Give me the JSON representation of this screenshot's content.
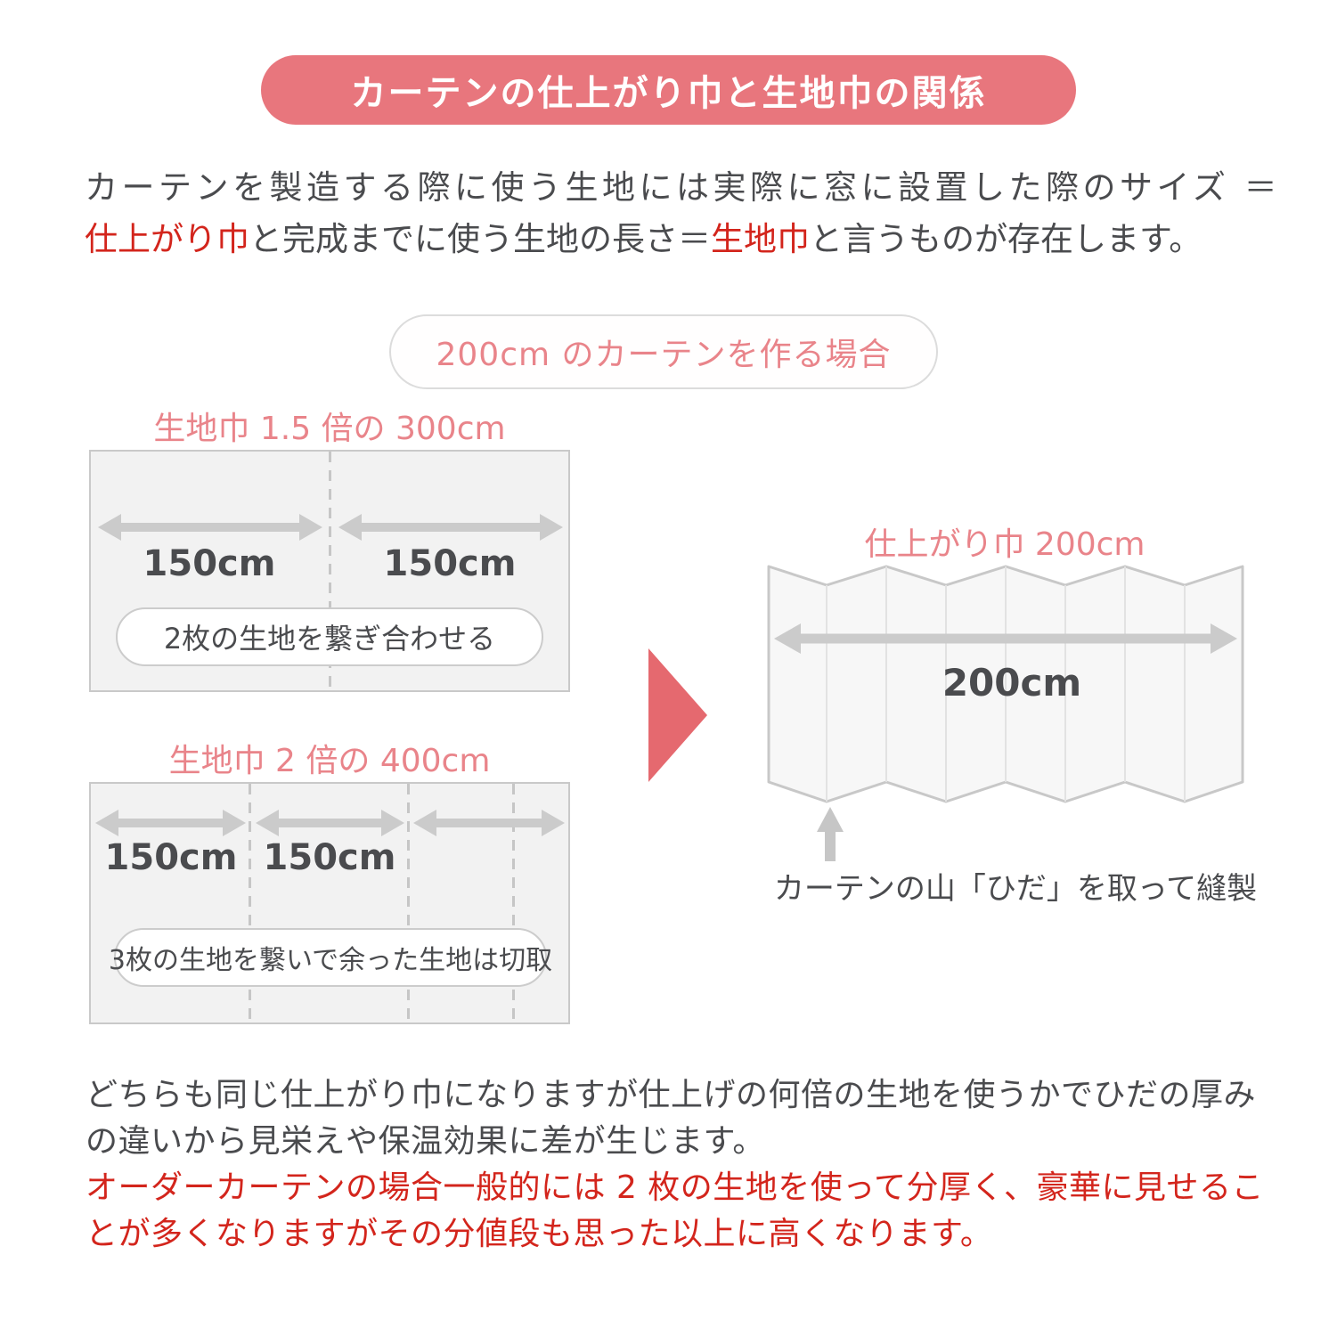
{
  "colors": {
    "banner_bg": "#E8767D",
    "accent_salmon_text": "#E9848A",
    "triangle_accent": "#E5696F",
    "highlight_red": "#D3251C",
    "body_text": "#4A4B4E",
    "diagram_gray": "#CBCBCB",
    "box_fill": "#F2F2F2"
  },
  "banner": {
    "title": "カーテンの仕上がり巾と生地巾の関係"
  },
  "intro": {
    "line1": "カーテンを製造する際に使う生地には実際に窓に設置した際のサイズ ＝",
    "line2_red1": "仕上がり巾",
    "line2_text1": "と完成までに使う生地の長さ＝",
    "line2_red2": "生地巾",
    "line2_text2": "と言うものが存在します。"
  },
  "case_pill": {
    "label": "200cm のカーテンを作る場合"
  },
  "fabric_a": {
    "title": "生地巾 1.5 倍の 300cm",
    "width_label_1": "150cm",
    "width_label_2": "150cm",
    "note": "2枚の生地を繋ぎ合わせる"
  },
  "fabric_b": {
    "title": "生地巾 2 倍の 400cm",
    "width_label_1": "150cm",
    "width_label_2": "150cm",
    "note": "3枚の生地を繋いで余った生地は切取"
  },
  "result": {
    "title": "仕上がり巾 200cm",
    "width_label": "200cm",
    "caption": "カーテンの山「ひだ」を取って縫製"
  },
  "footer": {
    "line1": "どちらも同じ仕上がり巾になりますが仕上げの何倍の生地を使うかでひだの厚み",
    "line2": "の違いから見栄えや保温効果に差が生じます。",
    "red_line1": "オーダーカーテンの場合一般的には 2 枚の生地を使って分厚く、豪華に見せるこ",
    "red_line2": "とが多くなりますがその分値段も思った以上に高くなります。"
  }
}
